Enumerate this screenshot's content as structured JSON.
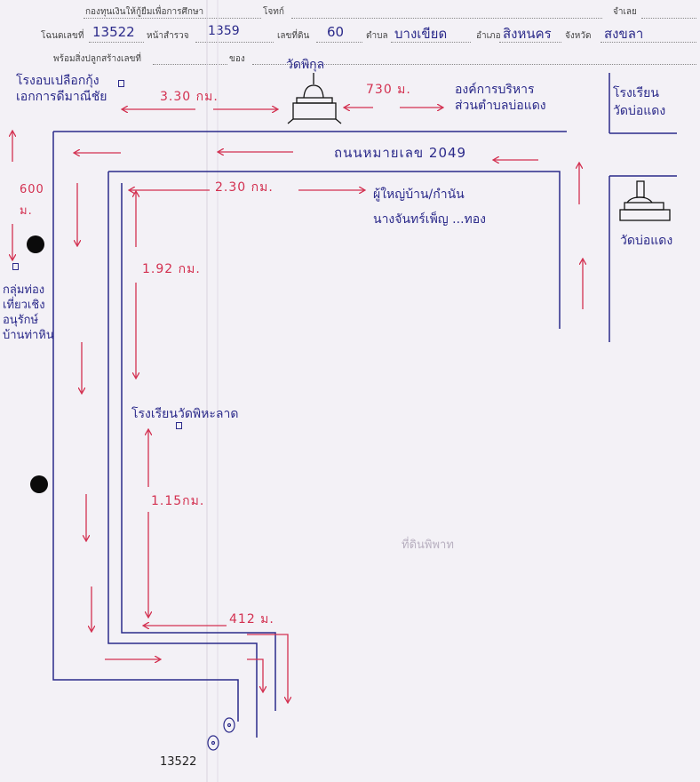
{
  "form_header": {
    "row1": {
      "fund": "กองทุนเงินให้กู้ยืมเพื่อการศึกษา",
      "case_label": "โจทก์",
      "defendant_label": "จำเลย"
    },
    "row2": {
      "deed_label": "โฉนดเลขที่",
      "deed_value": "13522",
      "survey_page_label": "หน้าสำรวจ",
      "survey_page_value": "1359",
      "land_no_label": "เลขที่ดิน",
      "land_no_value": "60",
      "subdistrict_label": "ตำบล",
      "subdistrict_value": "บางเขียด",
      "district_label": "อำเภอ",
      "district_value": "สิงหนคร",
      "province_label": "จังหวัด",
      "province_value": "สงขลา"
    },
    "row3": {
      "building_label": "พร้อมสิ่งปลูกสร้างเลขที่",
      "owner_label": "ของ"
    }
  },
  "map": {
    "landmarks": {
      "school_left": "โรงอบเปลือกกุ้ง\nเอกการดีมาณีชัย",
      "temple_top": "วัดพิกุล",
      "sao": "องค์การบริหาร\nส่วนตำบลบ่อแดง",
      "school_right": "โรงเรียน\nวัดบ่อแดง",
      "temple_right": "วัดบ่อแดง",
      "road": "ถนนหมายเลข 2049",
      "village_head": "ผู้ใหญ่บ้าน/กำนัน",
      "village_head_name": "นางจันทร์เพ็ญ ...ทอง",
      "group_left": "กลุ่มท่อง\nเที่ยวเชิง\nอนุรักษ์\nบ้านท่าหิน",
      "school_mid": "โรงเรียนวัดพิหะลาด",
      "plot": "13522",
      "watermark": "ที่ดินพิพาท"
    },
    "distances": {
      "d_330": "3.30 กม.",
      "d_730": "730 ม.",
      "d_600": "600\nม.",
      "d_230": "2.30 กม.",
      "d_192": "1.92 กม.",
      "d_115": "1.15กม.",
      "d_412": "412 ม."
    }
  },
  "colors": {
    "paper": "#f3f1f6",
    "road_blue": "#2b2a8a",
    "arrow_red": "#d33050"
  },
  "icons": [
    "temple-icon",
    "temple-icon"
  ]
}
